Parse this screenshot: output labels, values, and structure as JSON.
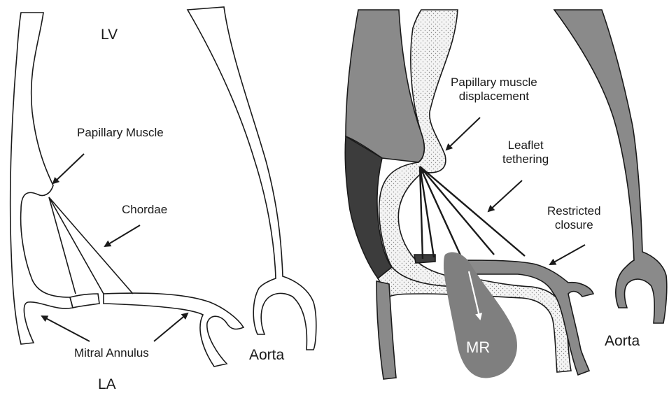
{
  "left_panel": {
    "labels": {
      "lv": "LV",
      "la": "LA",
      "papillary_muscle": "Papillary Muscle",
      "chordae": "Chordae",
      "mitral_annulus": "Mitral Annulus",
      "aorta": "Aorta"
    }
  },
  "right_panel": {
    "labels": {
      "papillary_displacement_line1": "Papillary muscle",
      "papillary_displacement_line2": "displacement",
      "leaflet_tethering_line1": "Leaflet",
      "leaflet_tethering_line2": "tethering",
      "restricted_closure_line1": "Restricted",
      "restricted_closure_line2": "closure",
      "mr": "MR",
      "aorta": "Aorta"
    }
  },
  "colors": {
    "outline": "#1a1a1a",
    "wall_gray": "#8a8a8a",
    "wall_dark": "#3c3c3c",
    "jet_gray": "#7f7f7f",
    "stipple_bg": "#f3f3f3"
  }
}
